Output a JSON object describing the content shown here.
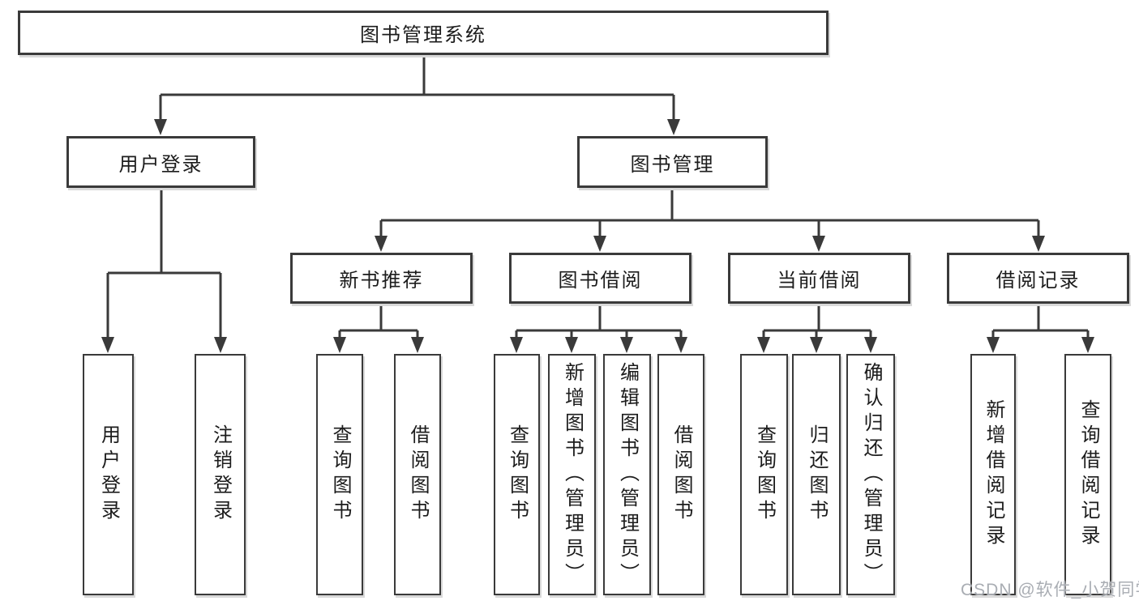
{
  "diagram": {
    "root": {
      "label": "图书管理系统"
    },
    "branches": [
      {
        "label": "用户登录",
        "children": [
          {
            "label": "用户登录"
          },
          {
            "label": "注销登录"
          }
        ]
      },
      {
        "label": "图书管理",
        "children": [
          {
            "label": "新书推荐",
            "children": [
              {
                "label": "查询图书"
              },
              {
                "label": "借阅图书"
              }
            ]
          },
          {
            "label": "图书借阅",
            "children": [
              {
                "label": "查询图书"
              },
              {
                "label": "新增图书（管理员）"
              },
              {
                "label": "编辑图书（管理员）"
              },
              {
                "label": "借阅图书"
              }
            ]
          },
          {
            "label": "当前借阅",
            "children": [
              {
                "label": "查询图书"
              },
              {
                "label": "归还图书"
              },
              {
                "label": "确认归还（管理员）"
              }
            ]
          },
          {
            "label": "借阅记录",
            "children": [
              {
                "label": "新增借阅记录"
              },
              {
                "label": "查询借阅记录"
              }
            ]
          }
        ]
      }
    ]
  },
  "watermark": {
    "text": "CSDN @软件_小贺同学"
  },
  "colors": {
    "line": "#3a3a3a",
    "background": "#ffffff",
    "watermark": "#a9adb3"
  }
}
